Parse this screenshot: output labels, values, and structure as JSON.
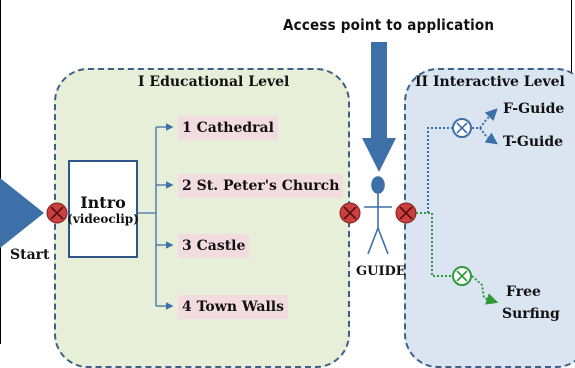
{
  "header": {
    "access_point": "Access point to application"
  },
  "start": {
    "label": "Start"
  },
  "educational": {
    "title": "I Educational Level",
    "intro_title": "Intro",
    "intro_sub": "(videoclip)",
    "destinations": [
      {
        "label": "1 Cathedral"
      },
      {
        "label": "2 St. Peter's Church"
      },
      {
        "label": "3 Castle"
      },
      {
        "label": "4 Town Walls"
      }
    ]
  },
  "guide": {
    "label": "GUIDE"
  },
  "interactive": {
    "title": "II Interactive Level",
    "f_guide": "F-Guide",
    "t_guide": "T-Guide",
    "free_surfing_line1": "Free",
    "free_surfing_line2": "Surfing"
  },
  "colors": {
    "blue_arrow": "#3d6fa8",
    "region_border": "#3b5f86",
    "edu_fill": "#e7efd8",
    "int_fill": "#dbe4f1",
    "stop_red": "#c9403e",
    "dest_fill": "#f3dce0",
    "green": "#2e9a3c"
  }
}
